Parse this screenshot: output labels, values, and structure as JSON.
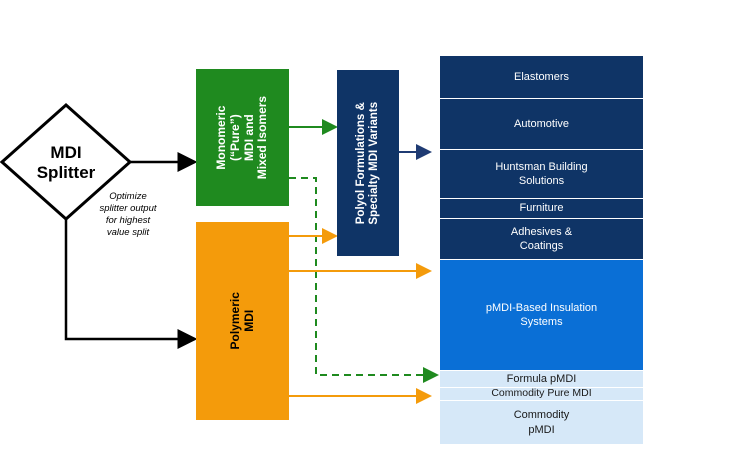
{
  "splitter": {
    "title_line1": "MDI",
    "title_line2": "Splitter"
  },
  "note": {
    "line1": "Optimize",
    "line2": "splitter output",
    "line3": "for highest",
    "line4": "value split"
  },
  "monomeric": {
    "line1": "Monomeric",
    "line2": "(“Pure”)",
    "line3": "MDI and",
    "line4": "Mixed Isomers"
  },
  "polymeric": {
    "line1": "Polymeric",
    "line2": "MDI"
  },
  "polyol": {
    "line1": "Polyol Formulations &",
    "line2": "Specialty MDI Variants"
  },
  "segments": {
    "elastomers": "Elastomers",
    "automotive": "Automotive",
    "building_line1": "Huntsman Building",
    "building_line2": "Solutions",
    "furniture": "Furniture",
    "adhesives_line1": "Adhesives &",
    "adhesives_line2": "Coatings",
    "insulation_line1": "pMDI-Based Insulation",
    "insulation_line2": "Systems",
    "formula": "Formula pMDI",
    "commodity_pure": "Commodity Pure MDI",
    "commodity_line1": "Commodity",
    "commodity_line2": "pMDI"
  },
  "colors": {
    "green": "#1f8a1f",
    "orange": "#f49b0b",
    "navy": "#0f3466",
    "blue": "#0a6fd6",
    "light_blue": "#d6e8f8",
    "arrow_navy": "#1f3b73"
  }
}
